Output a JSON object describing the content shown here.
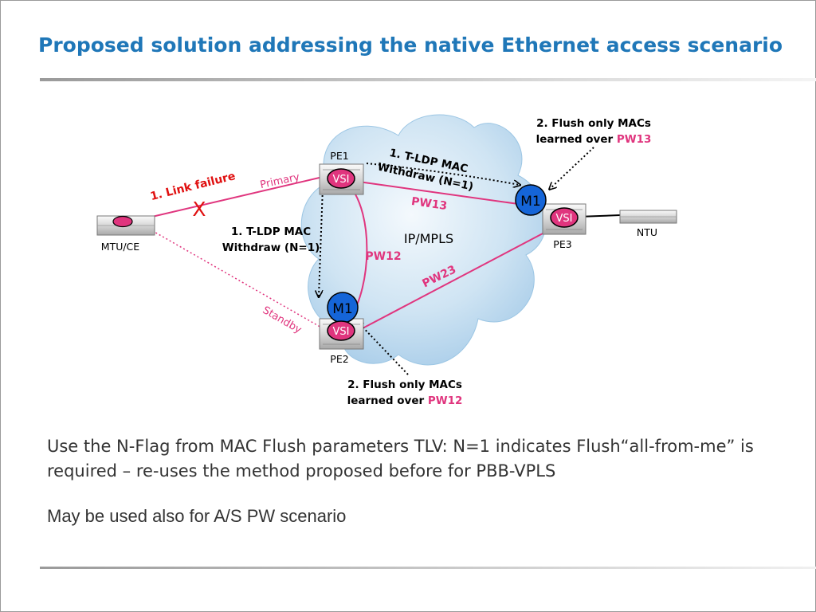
{
  "title": "Proposed solution addressing the native Ethernet access scenario",
  "diagram": {
    "nodes": {
      "mtu_ce": "MTU/CE",
      "pe1": "PE1",
      "pe2": "PE2",
      "pe3": "PE3",
      "ntu": "NTU",
      "vsi": "VSI",
      "m1": "M1"
    },
    "cloud_label": "IP/MPLS",
    "link_labels": {
      "primary": "Primary",
      "standby": "Standby",
      "pw12": "PW12",
      "pw13": "PW13",
      "pw23": "PW23"
    },
    "annotations": {
      "link_failure": "1. Link failure",
      "failure_mark": "X",
      "withdraw_left_line1": "1. T-LDP MAC",
      "withdraw_left_line2": "Withdraw (N=1)",
      "withdraw_top_line1": "1. T-LDP MAC",
      "withdraw_top_line2": "Withdraw (N=1)",
      "flush_pe3_line1": "2. Flush only MACs",
      "flush_pe3_line2_prefix": "learned over ",
      "flush_pe3_line2_highlight": "PW13",
      "flush_pe2_line1": "2. Flush only MACs",
      "flush_pe2_line2_prefix": "learned over ",
      "flush_pe2_line2_highlight": "PW12"
    },
    "colors": {
      "pw_link": "#e0357e",
      "failure": "#e01010",
      "m1_fill": "#1565d8",
      "vsi_fill": "#e0357e",
      "cloud": "#bcd9ee",
      "title": "#1f77b8"
    }
  },
  "body": {
    "paragraph1": "Use the N-Flag from MAC Flush parameters TLV: N=1 indicates Flush“all-from-me” is required – re-uses the method proposed before for PBB-VPLS",
    "paragraph2": "May be used also for A/S PW scenario"
  }
}
